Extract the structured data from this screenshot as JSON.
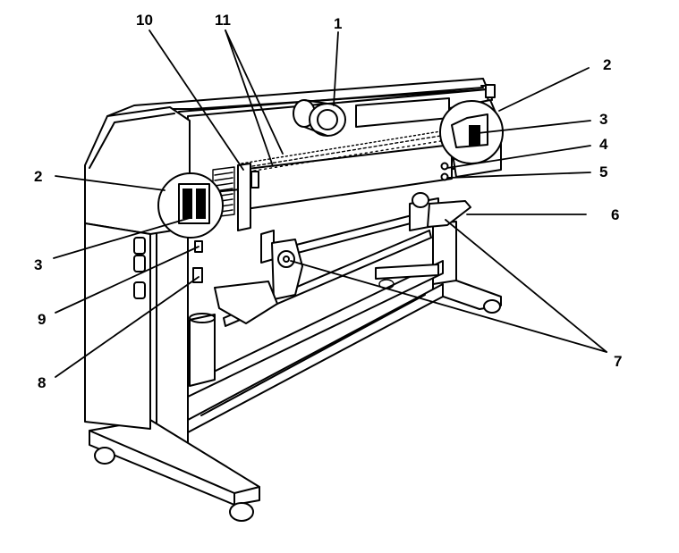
{
  "labels": {
    "l1": "1",
    "l2_right": "2",
    "l3_right": "3",
    "l4": "4",
    "l5": "5",
    "l6": "6",
    "l7": "7",
    "l2_left": "2",
    "l3_left": "3",
    "l9": "9",
    "l8": "8",
    "l10": "10",
    "l11": "11"
  }
}
